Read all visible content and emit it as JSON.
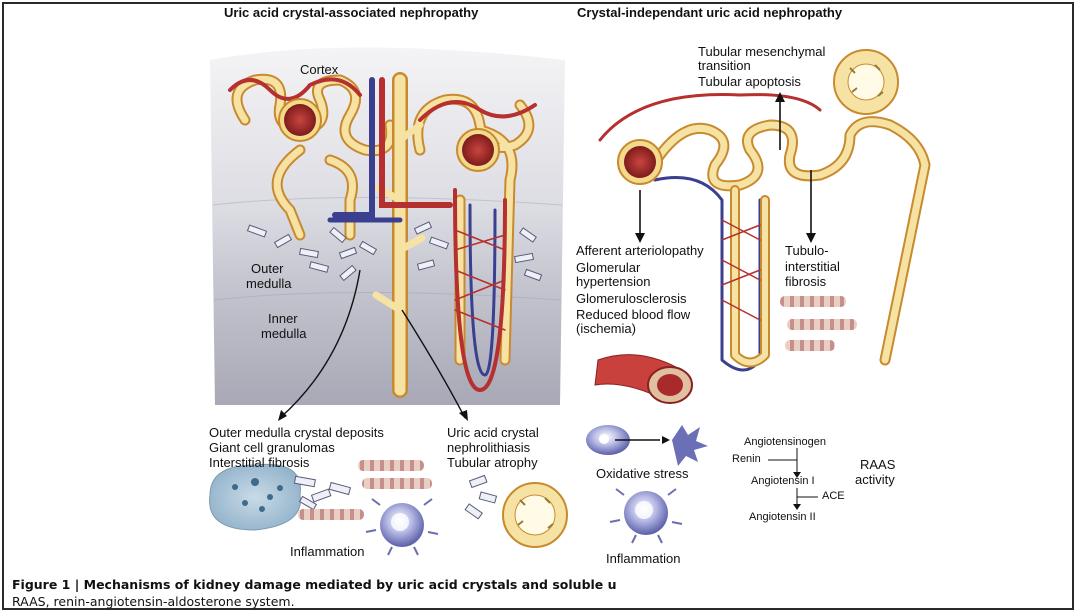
{
  "titles": {
    "left": "Uric acid crystal-associated nephropathy",
    "right": "Crystal-independant uric acid nephropathy"
  },
  "left_panel": {
    "cortex": "Cortex",
    "outer_medulla": [
      "Outer",
      "medulla"
    ],
    "inner_medulla": [
      "Inner",
      "medulla"
    ],
    "effects_outer": [
      "Outer medulla crystal deposits",
      "Giant cell granulomas",
      "Interstitial fibrosis"
    ],
    "effects_tubular": [
      "Uric acid crystal",
      "nephrolithiasis",
      "Tubular atrophy"
    ],
    "inflammation": "Inflammation"
  },
  "right_panel": {
    "top_effects": [
      "Tubular mesenchymal",
      "transition",
      "Tubular apoptosis"
    ],
    "vascular_effects": [
      "Afferent arteriolopathy",
      "Glomerular",
      "hypertension",
      "Glomerulosclerosis",
      "Reduced blood flow",
      "(ischemia)"
    ],
    "interstitial": [
      "Tubulo-",
      "interstitial",
      "fibrosis"
    ],
    "oxidative": "Oxidative stress",
    "inflammation": "Inflammation",
    "raas": {
      "angiotensinogen": "Angiotensinogen",
      "renin": "Renin",
      "angiotensin_1": "Angiotensin I",
      "ace": "ACE",
      "angiotensin_2": "Angiotensin II",
      "label": [
        "RAAS",
        "activity"
      ]
    }
  },
  "caption": {
    "figure_label": "Figure 1 | ",
    "title": "Mechanisms of kidney damage mediated by uric acid crystals and soluble u",
    "line2": "RAAS, renin-angiotensin-aldosterone system."
  },
  "colors": {
    "artery": "#b5302e",
    "vein": "#3a3f8f",
    "tubule": "#f3d98a",
    "tubule_edge": "#c88a2e",
    "tissue_top": "#e9e9ee",
    "tissue_mid": "#c9c9d3",
    "tissue_bottom": "#a9a9b6"
  }
}
